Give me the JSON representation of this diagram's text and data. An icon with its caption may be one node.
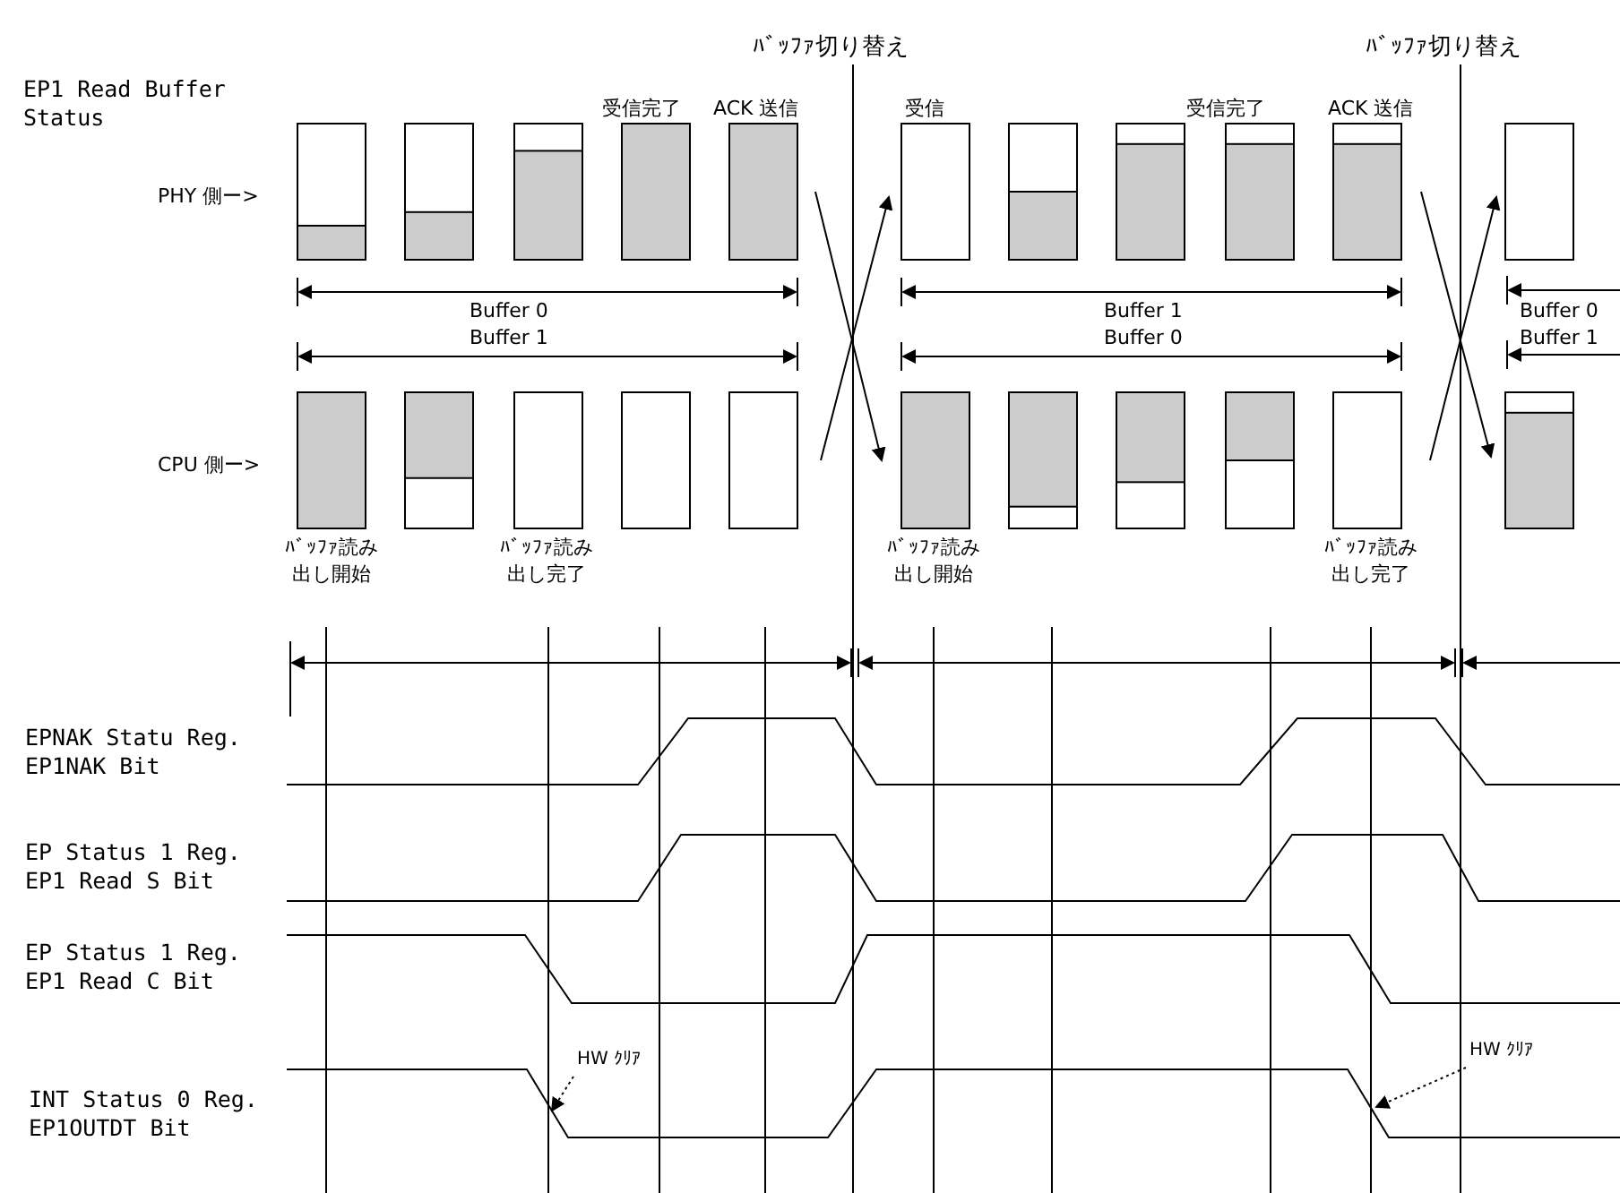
{
  "diagram": {
    "nodes": [
      {
        "text": [
          "HW ｸﾘｱ"
        ]
      },
      {
        "text": [
          "HW ｸﾘｱ"
        ]
      }
    ],
    "edges": [
      {
        "from": 0,
        "to": null,
        "arrow": "to",
        "style": "dashed"
      },
      {
        "from": 1,
        "to": null,
        "arrow": "to",
        "style": "dashed"
      }
    ],
    "labels": [
      "ﾊﾞｯﾌｧ切り替え",
      "ﾊﾞｯﾌｧ切り替え",
      "EP1 Read Buffer Status",
      "受信完了",
      "ACK 送信",
      "受信",
      "受信完了",
      "ACK 送信",
      "PHY 側ー>",
      "Buffer 0",
      "Buffer 1",
      "Buffer 0",
      "Buffer 1",
      "Buffer 0",
      "Buffer 1",
      "CPU 側ー>",
      "ﾊﾞｯﾌｧ読み出し開始",
      "ﾊﾞｯﾌｧ読み出し完了",
      "ﾊﾞｯﾌｧ読み出し開始",
      "ﾊﾞｯﾌｧ読み出し完了",
      "EPNAK Statu Reg. EP1NAK Bit",
      "EP Status 1 Reg. EP1 Read S Bit",
      "EP Status 1 Reg. EP1 Read C Bit",
      "INT Status 0 Reg. EP1OUTDT Bit"
    ]
  }
}
